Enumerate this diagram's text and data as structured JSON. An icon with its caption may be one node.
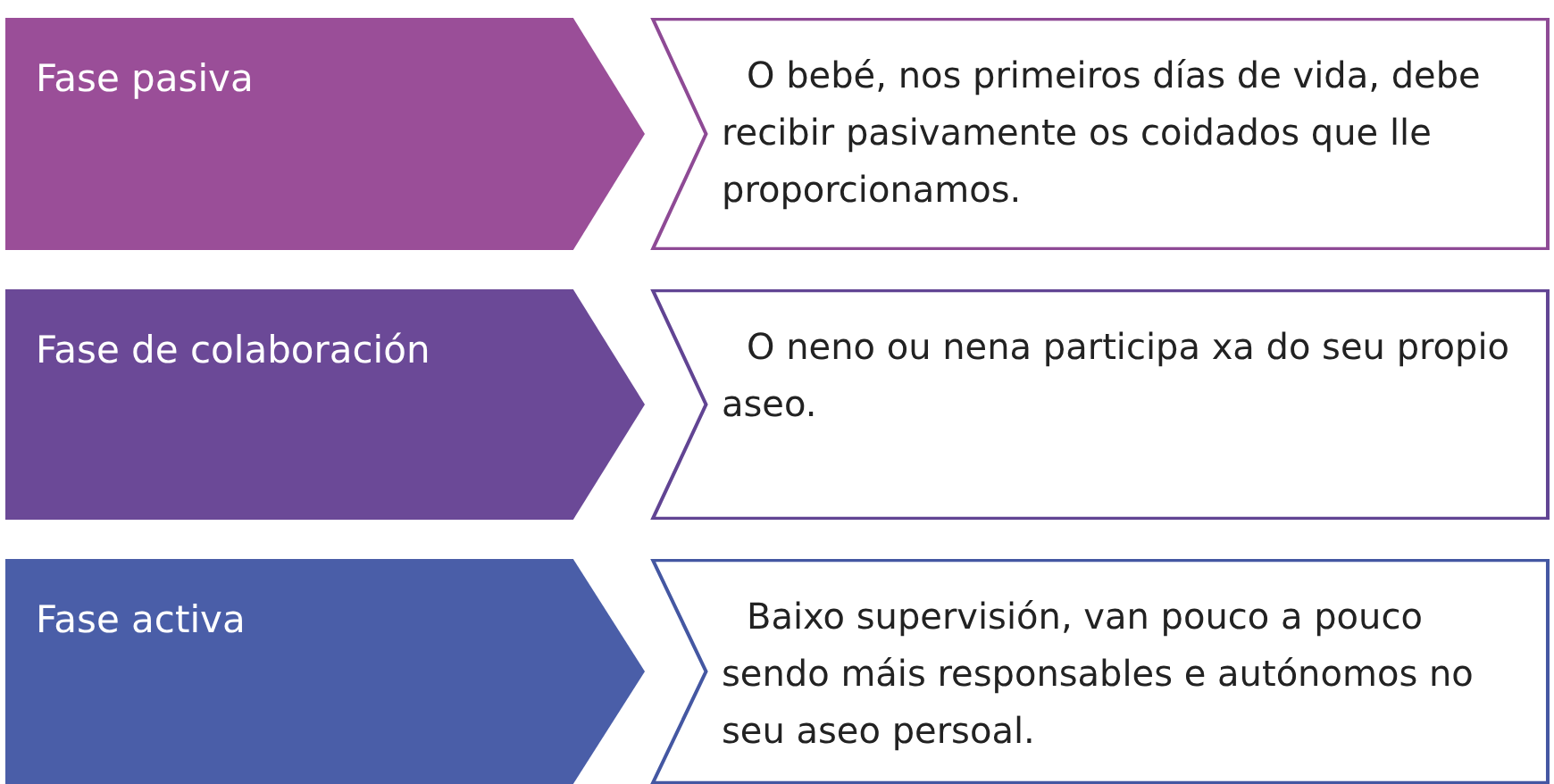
{
  "diagram": {
    "nodes": [
      {
        "text": [
          "Fase pasiva"
        ]
      },
      {
        "text": [
          "O bebé, nos primeiros días de vida, debe recibir pasivamente os coidados que lle proporcionamos."
        ]
      },
      {
        "text": [
          "Fase de colaboración"
        ]
      },
      {
        "text": [
          "O neno ou nena participa xa do seu propio aseo."
        ]
      },
      {
        "text": [
          "Fase activa"
        ]
      },
      {
        "text": [
          "Baixo supervisión, van pouco a pouco sendo máis responsables e autónomos no seu aseo persoal."
        ]
      }
    ]
  }
}
